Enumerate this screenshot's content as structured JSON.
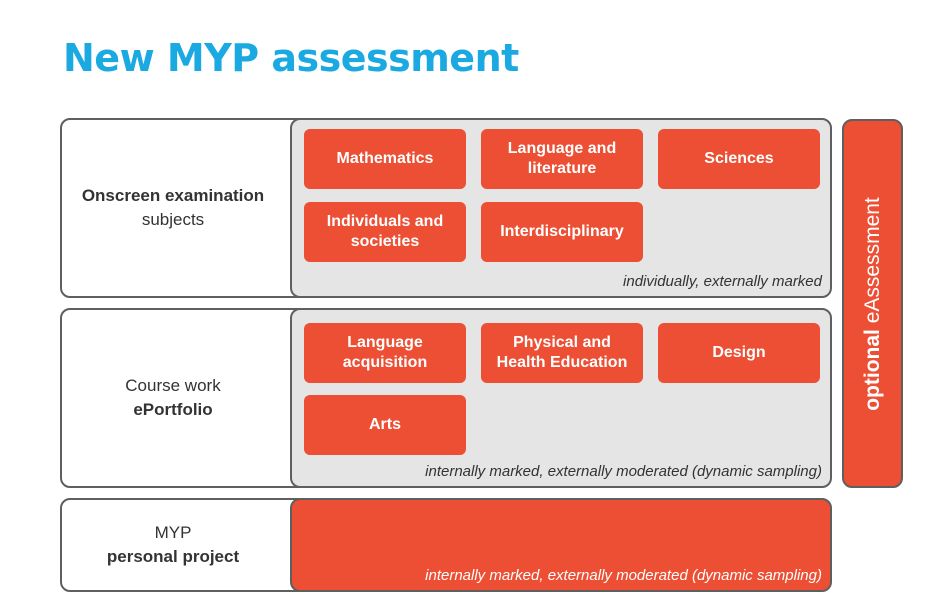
{
  "title": "New MYP assessment",
  "rows": [
    {
      "label_bold": "Onscreen examination",
      "label_regular": "subjects",
      "subjects": [
        "Mathematics",
        "Language and literature",
        "Sciences",
        "Individuals and societies",
        "Interdisciplinary"
      ],
      "note": "individually, externally marked"
    },
    {
      "label_regular": "Course work",
      "label_bold": "ePortfolio",
      "subjects": [
        "Language acquisition",
        "Physical and Health Education",
        "Design",
        "Arts"
      ],
      "note": "internally marked, externally moderated (dynamic sampling)"
    },
    {
      "label_regular": "MYP",
      "label_bold": "personal project",
      "note": "internally marked, externally moderated (dynamic sampling)"
    }
  ],
  "side_label": {
    "bold": "optional",
    "regular": "eAssessment"
  },
  "colors": {
    "title": "#1aa9e1",
    "tile": "#ec4f34",
    "panel": "#e5e5e5",
    "border": "#5f5f5f"
  }
}
